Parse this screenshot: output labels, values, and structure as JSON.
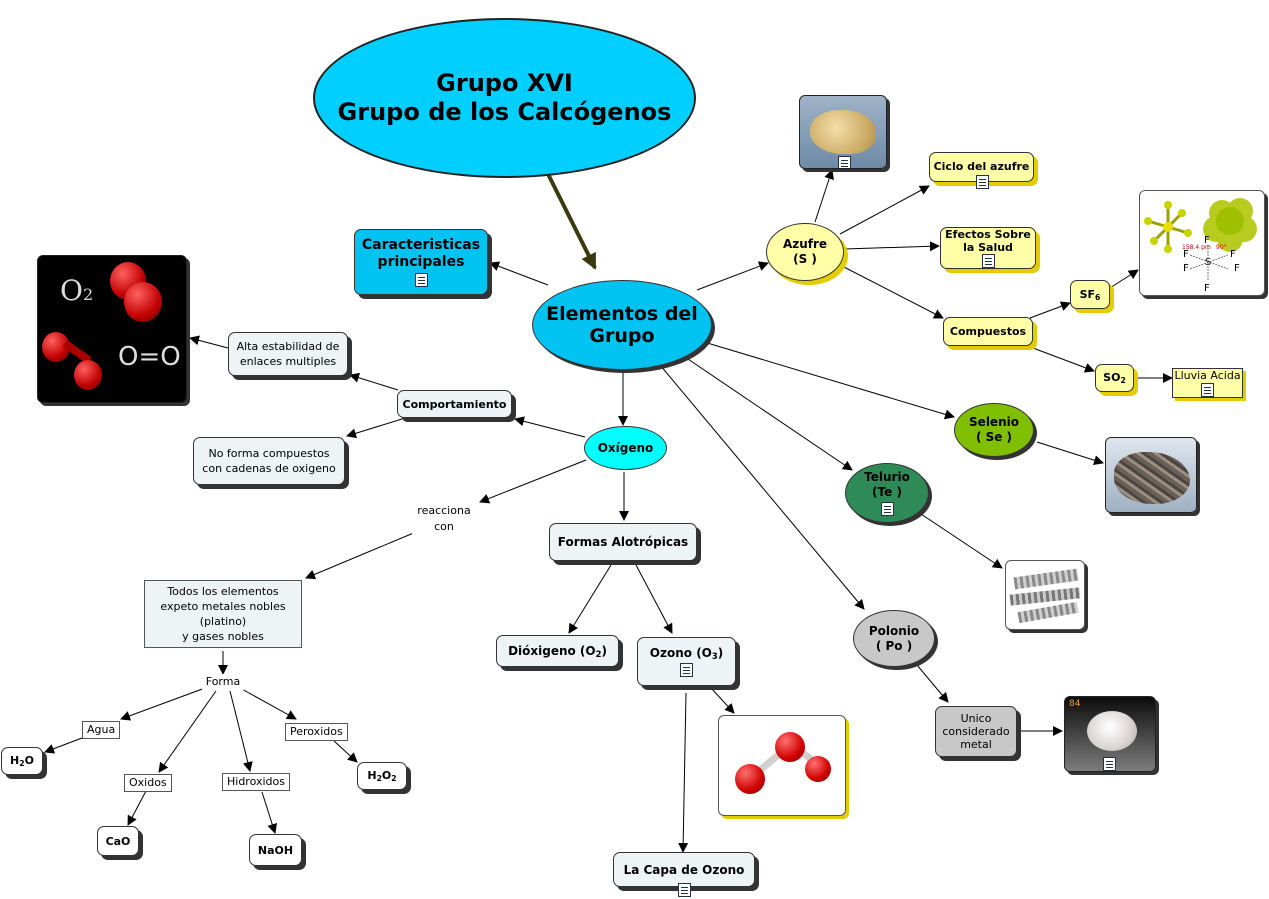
{
  "title": {
    "line1": "Grupo XVI",
    "line2": "Grupo de los Calcógenos"
  },
  "center": {
    "line1": "Elementos del",
    "line2": "Grupo"
  },
  "caracteristicas": {
    "line1": "Caracteristicas",
    "line2": "principales"
  },
  "azufre": {
    "line1": "Azufre",
    "line2": "(S )"
  },
  "ciclo": "Ciclo del azufre",
  "efectos": {
    "line1": "Efectos Sobre",
    "line2": "la Salud"
  },
  "compuestos": "Compuestos",
  "sf6": {
    "base": "SF",
    "sub": "6"
  },
  "so2": {
    "base": "SO",
    "sub": "2"
  },
  "lluvia": "Lluvia Acida",
  "selenio": {
    "line1": "Selenio",
    "line2": "( Se )"
  },
  "telurio": {
    "line1": "Telurio",
    "line2": "(Te )"
  },
  "polonio": {
    "line1": "Polonio",
    "line2": "( Po )"
  },
  "unico": {
    "line1": "Unico",
    "line2": "considerado",
    "line3": "metal"
  },
  "oxigeno": "Oxígeno",
  "comportamiento": "Comportamiento",
  "alta": {
    "line1": "Alta estabilidad de",
    "line2": "enlaces multiples"
  },
  "noforma": {
    "line1": "No forma compuestos",
    "line2": "con cadenas de oxigeno"
  },
  "reacciona": {
    "line1": "reacciona",
    "line2": "con"
  },
  "todos": {
    "line1": "Todos los elementos",
    "line2": "expeto metales nobles",
    "line3": "(platino)",
    "line4": "y gases nobles"
  },
  "forma": "Forma",
  "agua": "Agua",
  "h2o": {
    "a": "H",
    "sub": "2",
    "b": "O"
  },
  "oxidos": "Oxidos",
  "cao": "CaO",
  "hidroxidos": "Hidroxidos",
  "naoh": "NaOH",
  "peroxidos": "Peroxidos",
  "h2o2": {
    "a": "H",
    "sub1": "2",
    "b": "O",
    "sub2": "2"
  },
  "formas": "Formas Alotrópicas",
  "dioxigeno": {
    "base": "Dióxigeno (O",
    "sub": "2",
    "end": ")"
  },
  "ozono": {
    "base": "Ozono (O",
    "sub": "3",
    "end": ")"
  },
  "capa": "La Capa de Ozono",
  "o2img": {
    "label": "O",
    "sub": "2",
    "formula": "O=O"
  },
  "sf6img": {
    "f": "F",
    "s": "S",
    "angle1": "158.4 pm",
    "angle2": "90°"
  },
  "poloniumimg": {
    "number": "84"
  },
  "icons": {
    "doc": "document-icon"
  },
  "colors": {
    "blue": "#00c3f2",
    "yellow": "#ffffa8",
    "selenio": "#7fbf00",
    "telurio": "#2e8b57",
    "polonio": "#c8c8c8"
  }
}
